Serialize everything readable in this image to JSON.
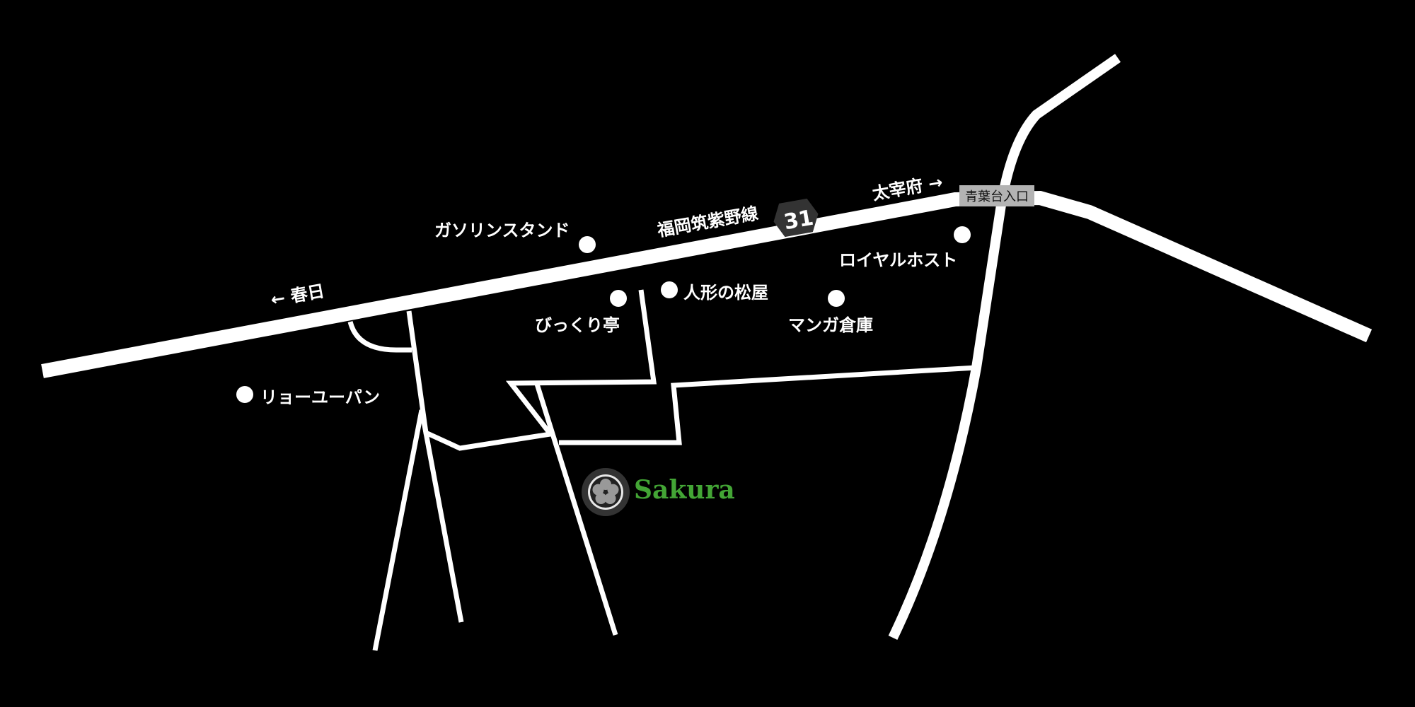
{
  "map": {
    "route": {
      "name": "福岡筑紫野線",
      "number": "31"
    },
    "directions": {
      "left": "← 春日",
      "right": "太宰府 →"
    },
    "intersection": "青葉台入口",
    "landmarks": [
      {
        "name": "ガソリンスタンド"
      },
      {
        "name": "びっくり亭"
      },
      {
        "name": "人形の松屋"
      },
      {
        "name": "マンガ倉庫"
      },
      {
        "name": "ロイヤルホスト"
      },
      {
        "name": "リョーユーパン"
      }
    ],
    "destination": {
      "name": "Sakura"
    },
    "colors": {
      "background": "#000000",
      "road": "#ffffff",
      "brand": "#43a535",
      "badge": "#b3b3b3",
      "shield": "#333333"
    }
  }
}
